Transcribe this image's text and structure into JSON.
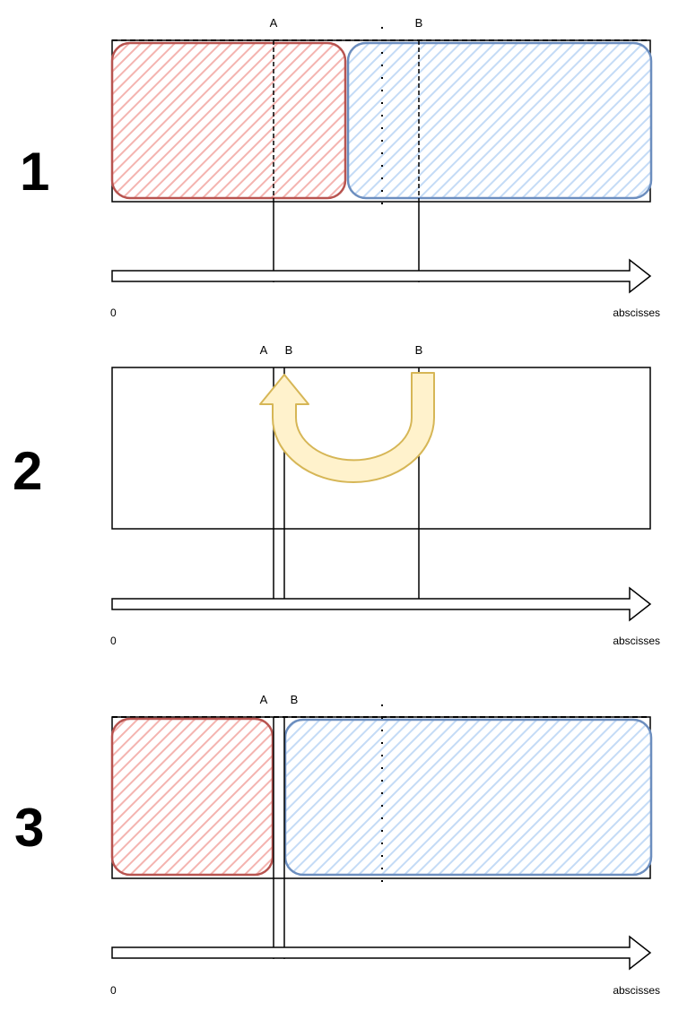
{
  "panels": [
    {
      "number": "1",
      "marker_labels": [
        "A",
        "B"
      ],
      "axis_origin": "0",
      "axis_label": "abscisses"
    },
    {
      "number": "2",
      "marker_labels": [
        "A",
        "B",
        "B"
      ],
      "axis_origin": "0",
      "axis_label": "abscisses"
    },
    {
      "number": "3",
      "marker_labels": [
        "A",
        "B"
      ],
      "axis_origin": "0",
      "axis_label": "abscisses"
    }
  ],
  "colors": {
    "red_fill": "#f8cecc",
    "red_stroke": "#b85450",
    "blue_fill": "#dae8fc",
    "blue_stroke": "#6c8ebf",
    "yellow_fill": "#fff2cc",
    "yellow_stroke": "#d6b656"
  }
}
